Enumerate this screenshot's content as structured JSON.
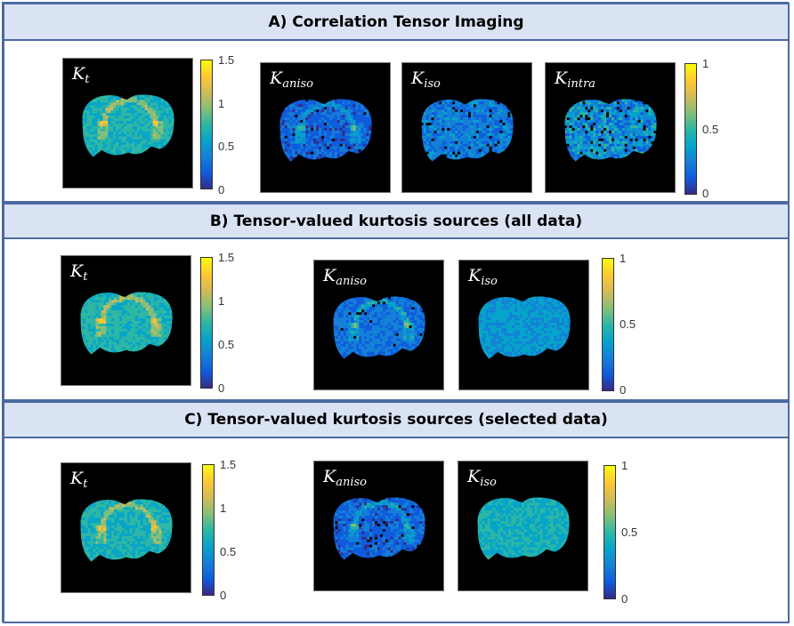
{
  "sections": [
    {
      "title": "A) Correlation Tensor Imaging"
    },
    {
      "title": "B) Tensor-valued kurtosis sources (all data)"
    },
    {
      "title": "C) Tensor-valued kurtosis sources (selected data)"
    }
  ],
  "maps": {
    "kt": {
      "symbol": "K",
      "sub": "t"
    },
    "kaniso": {
      "symbol": "K",
      "sub": "aniso"
    },
    "kiso": {
      "symbol": "K",
      "sub": "iso"
    },
    "kintra": {
      "symbol": "K",
      "sub": "intra"
    }
  },
  "colorbars": {
    "kt": {
      "ticks": [
        "1.5",
        "1",
        "0.5",
        "0"
      ]
    },
    "k": {
      "ticks": [
        "1",
        "0.5",
        "0"
      ]
    }
  },
  "colors": {
    "header_bg": "#dae3f3",
    "border": "#4a6aa3"
  }
}
